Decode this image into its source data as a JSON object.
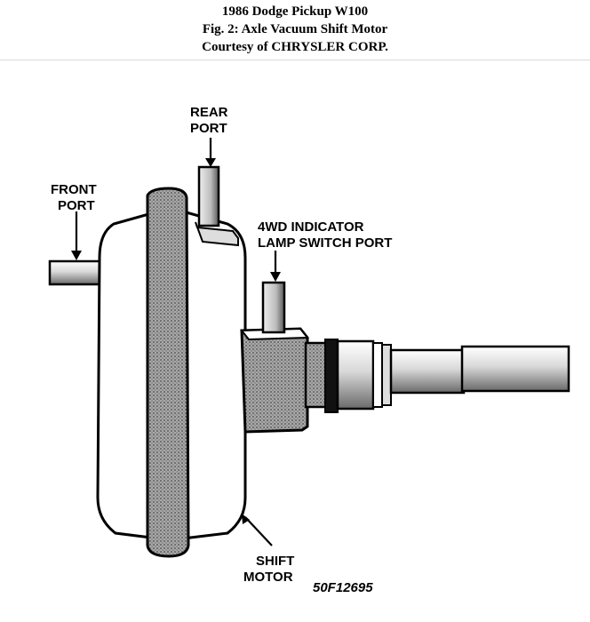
{
  "header": {
    "line1": "1986 Dodge Pickup W100",
    "line2": "Fig. 2: Axle Vacuum Shift Motor",
    "line3": "Courtesy of CHRYSLER CORP."
  },
  "labels": {
    "rear_port": [
      "REAR",
      "PORT"
    ],
    "front_port": [
      "FRONT",
      "PORT"
    ],
    "indicator_port": [
      "4WD INDICATOR",
      "LAMP SWITCH PORT"
    ],
    "shift_motor": [
      "SHIFT",
      "MOTOR"
    ],
    "figure_code": "50F12695"
  },
  "colors": {
    "ink": "#000000",
    "shade_dark": "#6b6b6b",
    "shade_light": "#c8c8c8"
  }
}
